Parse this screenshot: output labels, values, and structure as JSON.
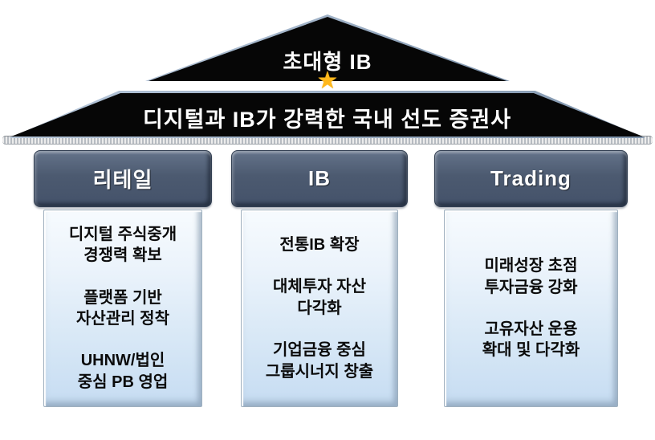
{
  "pyramid": {
    "apex_label": "초대형 IB",
    "star_icon": "★",
    "roof_label": "디지털과 IB가 강력한 국내 선도 증권사"
  },
  "pillars": [
    {
      "title": "리테일",
      "items": [
        "디지털 주식중개\n경쟁력 확보",
        "플랫폼 기반\n자산관리 정착",
        "UHNW/법인\n중심 PB 영업"
      ]
    },
    {
      "title": "IB",
      "items": [
        "전통IB 확장",
        "대체투자 자산\n다각화",
        "기업금융 중심\n그룹시너지 창출"
      ]
    },
    {
      "title": "Trading",
      "items": [
        "미래성장 초점\n투자금융 강화",
        "고유자산 운용\n확대 및 다각화"
      ]
    }
  ],
  "colors": {
    "shape_black": "#060606",
    "edge_steel": "#8fa3bb",
    "star_gold": "#FFB81C",
    "capital_slate": "#4C5A70",
    "shaft_blue": "#C6DCF2",
    "text_light": "#FFFFFF",
    "text_dark": "#0B0B0B"
  }
}
